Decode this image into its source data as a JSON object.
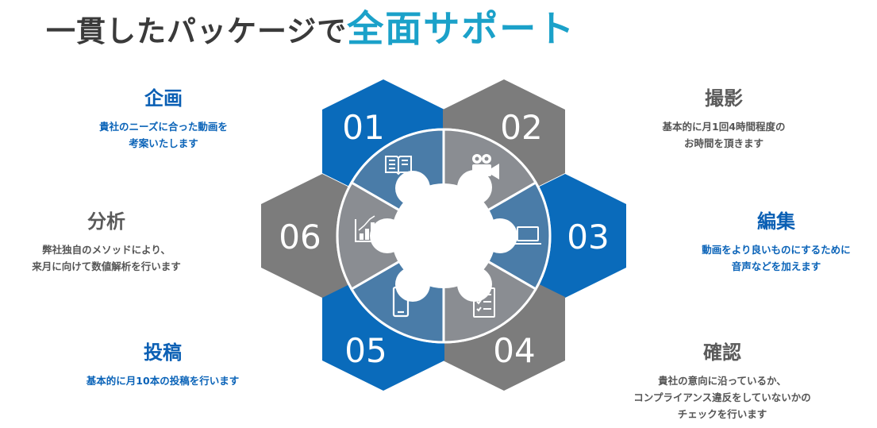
{
  "title": {
    "main": "一貫したパッケージで",
    "accent": "全面サポート"
  },
  "colors": {
    "blue": "#0a6bbb",
    "gray": "#7c7c7c",
    "inner_blue": "#4a7ca8",
    "inner_gray": "#8a8d92",
    "accent": "#1ba1c9"
  },
  "steps": [
    {
      "id": "01",
      "heading": "企画",
      "lines": [
        "貴社のニーズに合った動画を",
        "考案いたします"
      ],
      "icon": "book-icon"
    },
    {
      "id": "02",
      "heading": "撮影",
      "lines": [
        "基本的に月1回4時間程度の",
        "お時間を頂きます"
      ],
      "icon": "video-camera-icon"
    },
    {
      "id": "03",
      "heading": "編集",
      "lines": [
        "動画をより良いものにするために",
        "音声などを加えます"
      ],
      "icon": "laptop-icon"
    },
    {
      "id": "04",
      "heading": "確認",
      "lines": [
        "貴社の意向に沿っているか、",
        "コンプライアンス違反をしていないかの",
        "チェックを行います"
      ],
      "icon": "checklist-icon"
    },
    {
      "id": "05",
      "heading": "投稿",
      "lines": [
        "基本的に月10本の投稿を行います"
      ],
      "icon": "smartphone-icon"
    },
    {
      "id": "06",
      "heading": "分析",
      "lines": [
        "弊社独自のメソッドにより、",
        "来月に向けて数値解析を行います"
      ],
      "icon": "bar-chart-icon"
    }
  ]
}
